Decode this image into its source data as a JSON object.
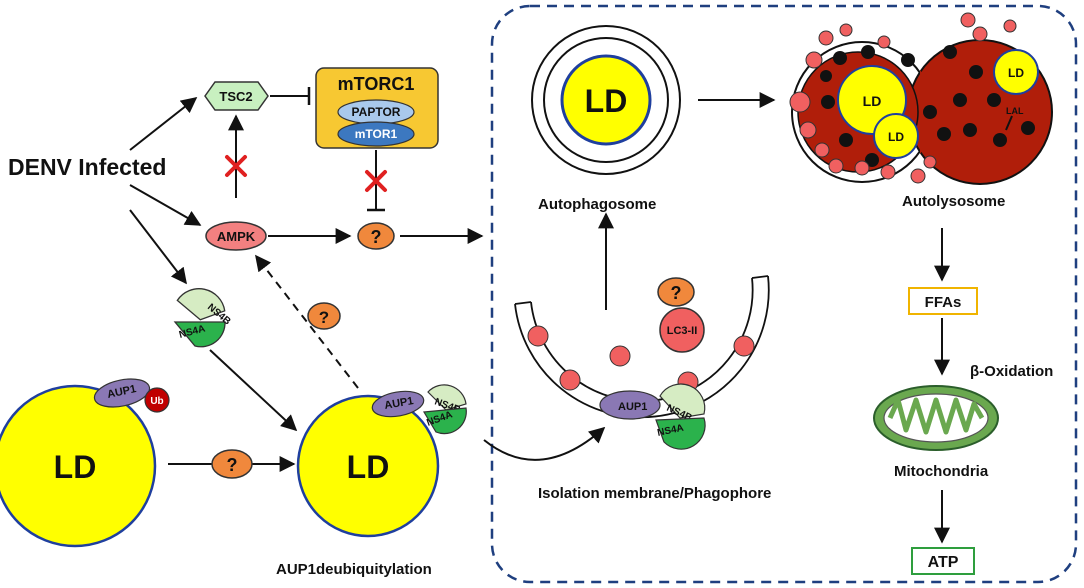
{
  "diagram": {
    "trigger": "DENV Infected",
    "tsc2": "TSC2",
    "mtorc1": {
      "title": "mTORC1",
      "sub1": "PAPTOR",
      "sub2": "mTOR1"
    },
    "ampk": "AMPK",
    "question": "?",
    "ns4b": "NS4B",
    "ns4a": "NS4A",
    "aup1": "AUP1",
    "ub": "Ub",
    "ld": "LD",
    "aup1_deubiquitylation": "AUP1deubiquitylation",
    "lc3": "LC3-II",
    "isolation_membrane": "Isolation membrane/Phagophore",
    "autophagosome": "Autophagosome",
    "autolysosome": "Autolysosome",
    "lal": "LAL",
    "ffas": "FFAs",
    "beta_oxidation": "β-Oxidation",
    "mitochondria": "Mitochondria",
    "atp": "ATP",
    "colors": {
      "ld_fill": "#ffff00",
      "ld_border": "#1f3f9e",
      "tsc2_fill": "#c8f0c0",
      "mtorc1_fill": "#f7c832",
      "ampk_fill": "#f28080",
      "question_fill": "#f0883c",
      "ns4b_fill": "#d6ecc3",
      "ns4a_fill": "#2bb24c",
      "aup1_fill": "#8a78b4",
      "ub_fill": "#c00000",
      "lysosome_fill": "#b01e0a",
      "mito_fill": "#6aa84f",
      "ffas_border": "#f0b400",
      "atp_border": "#2e9e3e",
      "dashed_box": "#1f3f7f"
    }
  }
}
